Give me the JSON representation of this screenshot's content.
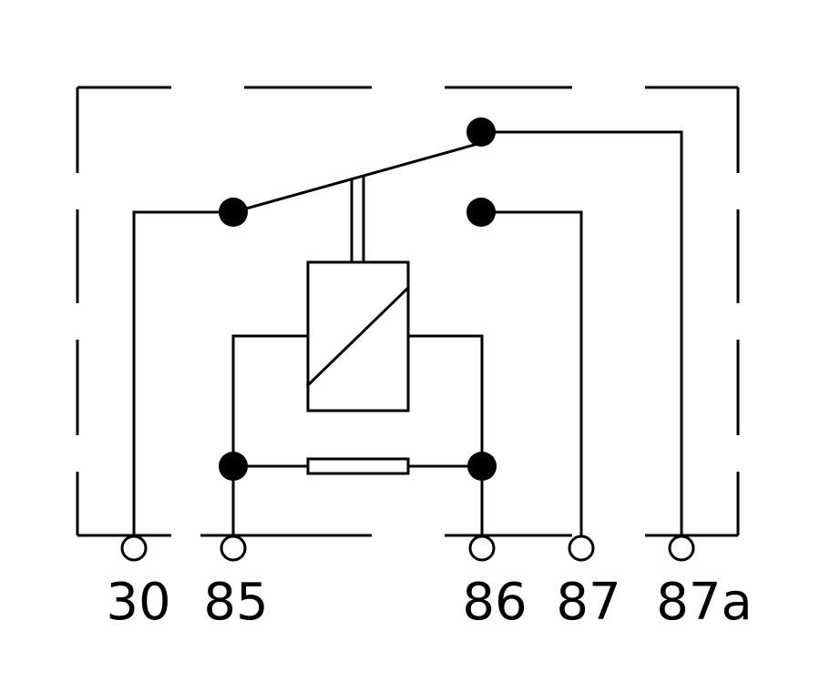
{
  "colors": {
    "line": "#000000",
    "background": "#ffffff",
    "terminal_fill": "#ffffff"
  },
  "terminals": [
    {
      "id": "t30",
      "label": "30"
    },
    {
      "id": "t85",
      "label": "85"
    },
    {
      "id": "t86",
      "label": "86"
    },
    {
      "id": "t87",
      "label": "87"
    },
    {
      "id": "t87a",
      "label": "87a"
    }
  ]
}
